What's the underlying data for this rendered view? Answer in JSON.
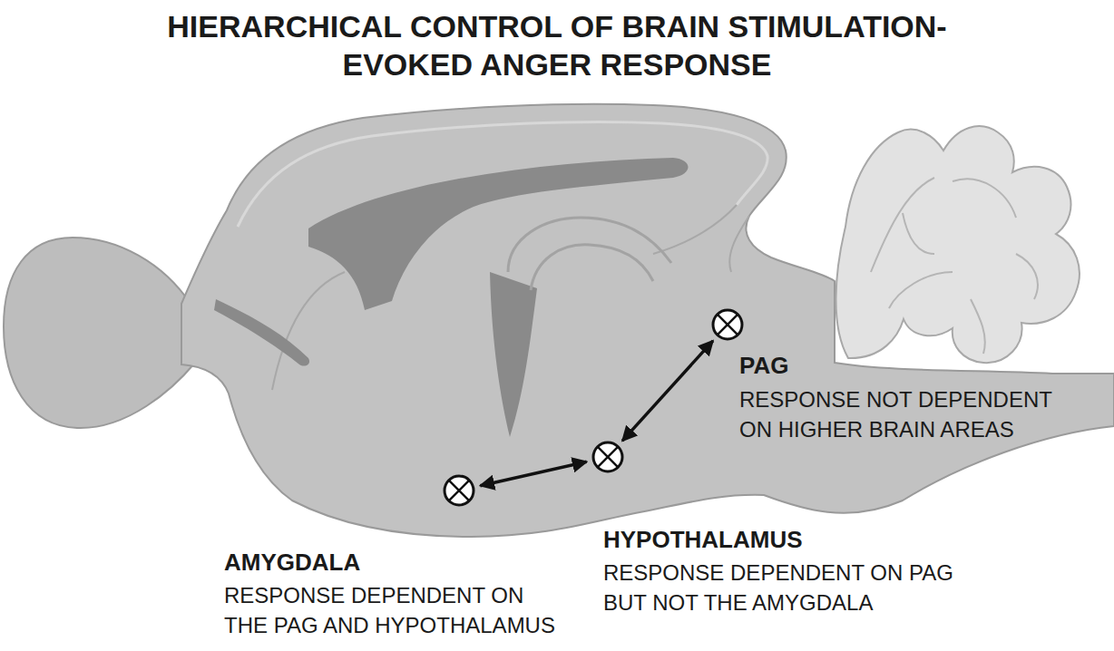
{
  "diagram": {
    "title": "HIERARCHICAL CONTROL OF BRAIN STIMULATION-EVOKED ANGER RESPONSE",
    "nodes": [
      {
        "text": [
          "PAG",
          "RESPONSE NOT DEPENDENT ON HIGHER BRAIN AREAS"
        ]
      },
      {
        "text": [
          "HYPOTHALAMUS",
          "RESPONSE DEPENDENT ON PAG BUT NOT THE AMYGDALA"
        ]
      },
      {
        "text": [
          "AMYGDALA",
          "RESPONSE DEPENDENT ON THE PAG AND HYPOTHALAMUS"
        ]
      }
    ],
    "edges": [
      {
        "from": 0,
        "to": 1,
        "arrow": "both"
      },
      {
        "from": 1,
        "to": 2,
        "arrow": "both"
      }
    ]
  }
}
